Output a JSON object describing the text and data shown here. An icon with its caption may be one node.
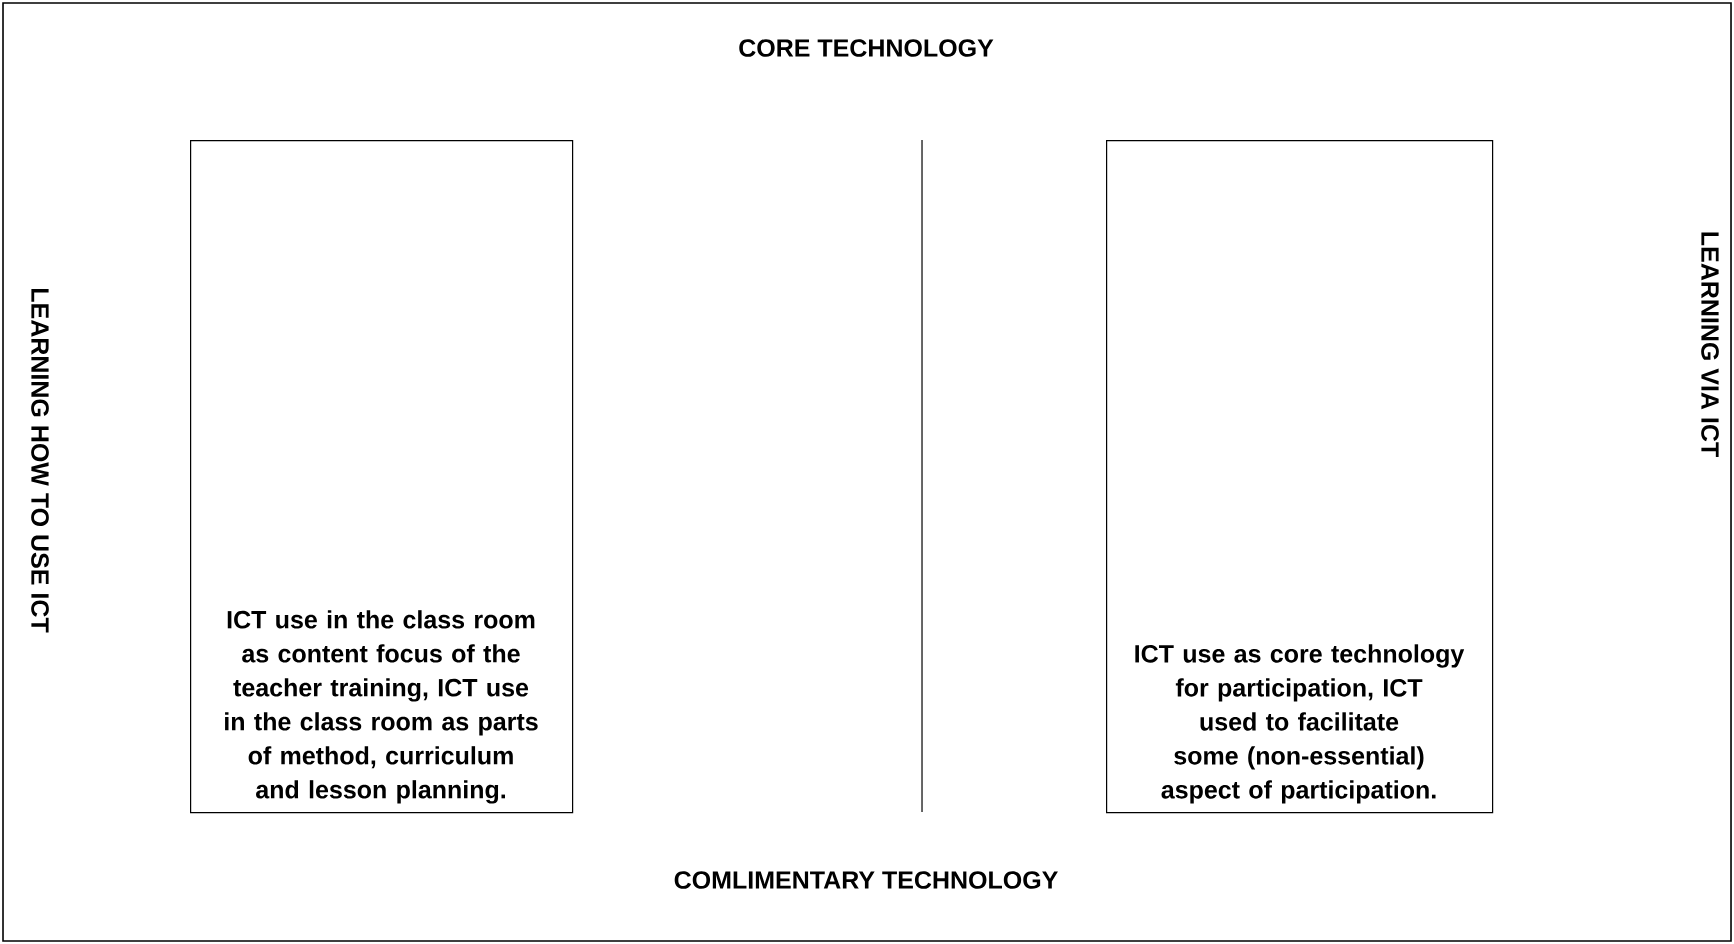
{
  "diagram": {
    "nodes": [
      {
        "text": [
          "ICT use in the class room as content focus of the teacher training, ICT use in the class room as parts of method, curriculum and lesson planning."
        ]
      },
      {
        "text": [
          "ICT use as core technology for participation, ICT used to facilitate some (non-essential) aspect of participation."
        ]
      }
    ],
    "labels": [
      "CORE TECHNOLOGY",
      "LEARNING HOW TO USE ICT",
      "LEARNING VIA ICT",
      "COMLIMENTARY TECHNOLOGY"
    ]
  }
}
